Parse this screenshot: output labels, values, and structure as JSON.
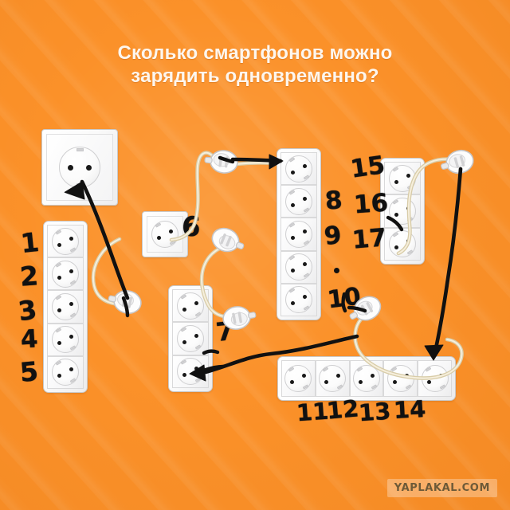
{
  "meta": {
    "background_color": "#fb9129",
    "ink_color": "#111111",
    "cord_color": "#efe4c8",
    "title_color": "#fdf6ee"
  },
  "title": {
    "line1": "Сколько смартфонов можно",
    "line2": "зарядить одновременно?"
  },
  "watermark": {
    "text": "YAPLAKAL.COM"
  },
  "devices": [
    {
      "id": "wall-socket-source",
      "kind": "wall-socket",
      "label": "",
      "sockets": 1
    },
    {
      "id": "strip-left",
      "kind": "power-strip",
      "orientation": "vertical",
      "sockets": 5
    },
    {
      "id": "wall-socket-6",
      "kind": "wall-socket",
      "sockets": 1
    },
    {
      "id": "strip-middle",
      "kind": "power-strip",
      "orientation": "vertical",
      "sockets": 3
    },
    {
      "id": "strip-center-tall",
      "kind": "power-strip",
      "orientation": "vertical",
      "sockets": 5
    },
    {
      "id": "strip-right",
      "kind": "power-strip",
      "orientation": "vertical",
      "sockets": 3
    },
    {
      "id": "strip-bottom",
      "kind": "power-strip",
      "orientation": "horizontal",
      "sockets": 5
    }
  ],
  "handwritten_numbers": [
    {
      "value": "1",
      "target": "strip-left socket 1"
    },
    {
      "value": "2",
      "target": "strip-left socket 2"
    },
    {
      "value": "3",
      "target": "strip-left socket 3"
    },
    {
      "value": "4",
      "target": "strip-left socket 4"
    },
    {
      "value": "5",
      "target": "strip-left socket 5"
    },
    {
      "value": "6",
      "target": "wall-socket-6"
    },
    {
      "value": "7",
      "target": "strip-middle"
    },
    {
      "value": "8",
      "target": "strip-center-tall socket 2"
    },
    {
      "value": "9",
      "target": "strip-center-tall socket 3"
    },
    {
      "value": "10",
      "target": "strip-center-tall socket 5"
    },
    {
      "value": "11",
      "target": "strip-bottom socket 1"
    },
    {
      "value": "12",
      "target": "strip-bottom socket 2"
    },
    {
      "value": "13",
      "target": "strip-bottom socket 3"
    },
    {
      "value": "14",
      "target": "strip-bottom socket 4"
    },
    {
      "value": "15",
      "target": "strip-right socket 1"
    },
    {
      "value": "16",
      "target": "strip-right socket 2"
    },
    {
      "value": "17",
      "target": "strip-right socket 3"
    }
  ],
  "plugs": [
    {
      "id": "plug-into-left-strip"
    },
    {
      "id": "plug-from-wall-6"
    },
    {
      "id": "plug-into-center-tall-top"
    },
    {
      "id": "plug-into-middle-strip-bottom"
    },
    {
      "id": "plug-from-center-tall-10"
    },
    {
      "id": "plug-into-right-strip-top"
    }
  ]
}
